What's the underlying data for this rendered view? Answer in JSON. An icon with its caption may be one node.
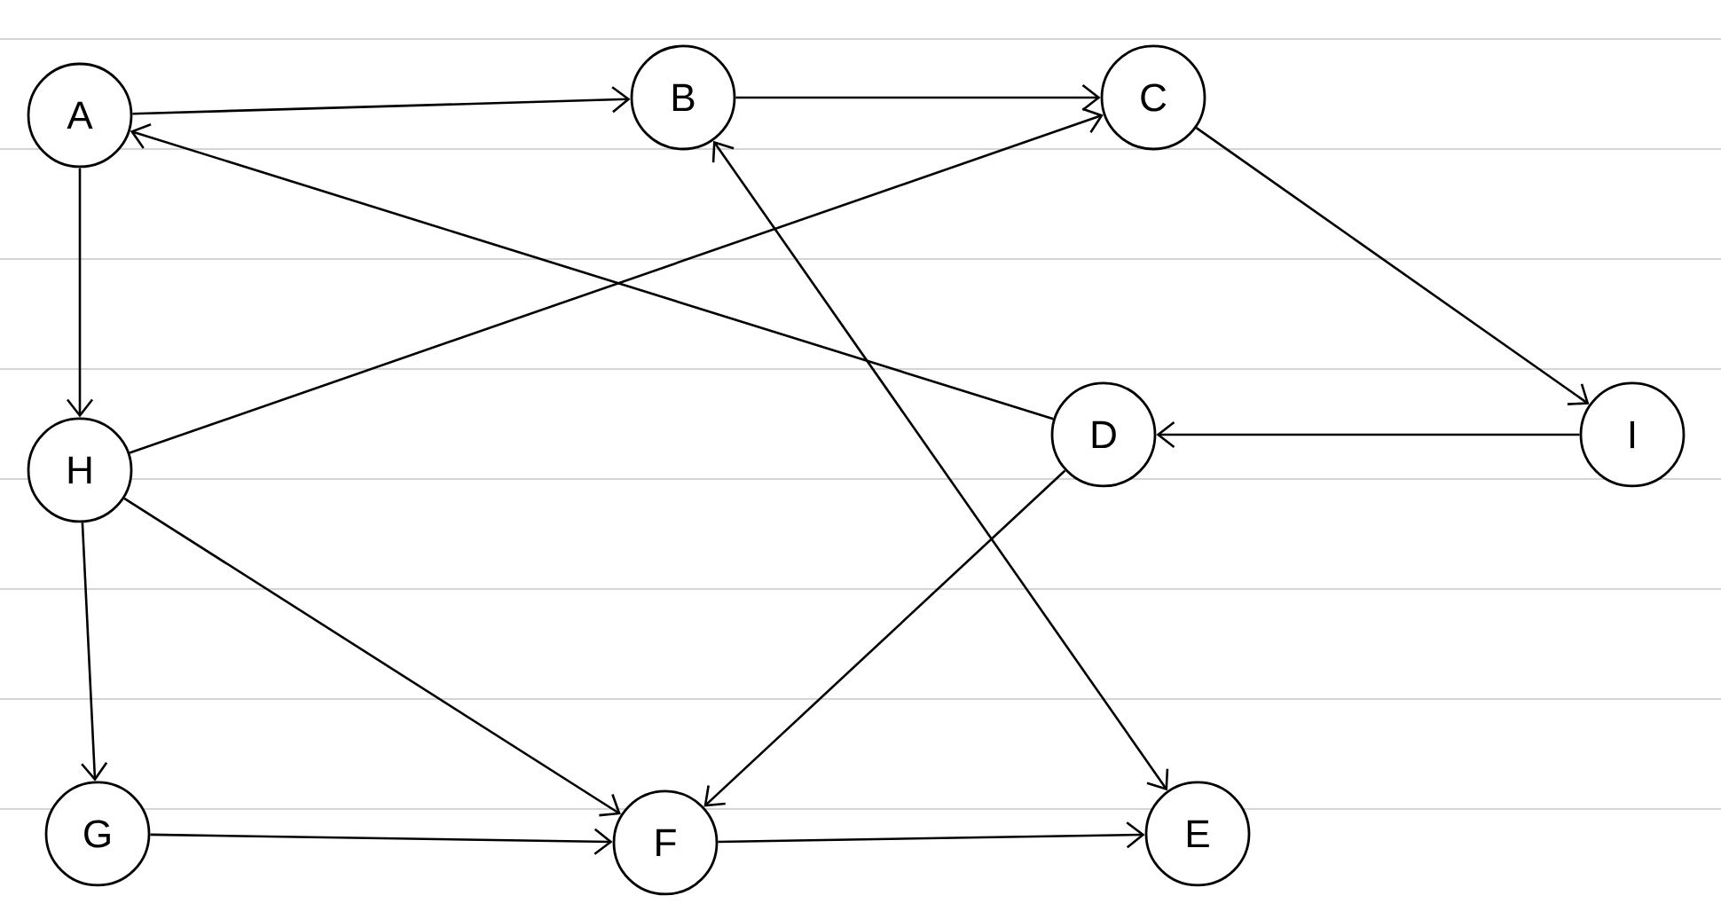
{
  "diagram": {
    "nodes": [
      {
        "text": [
          "A"
        ]
      },
      {
        "text": [
          "B"
        ]
      },
      {
        "text": [
          "C"
        ]
      },
      {
        "text": [
          "H"
        ]
      },
      {
        "text": [
          "D"
        ]
      },
      {
        "text": [
          "I"
        ]
      },
      {
        "text": [
          "G"
        ]
      },
      {
        "text": [
          "F"
        ]
      },
      {
        "text": [
          "E"
        ]
      }
    ],
    "edges": [
      {
        "from": 0,
        "to": 1,
        "arrow": "to"
      },
      {
        "from": 1,
        "to": 2,
        "arrow": "to"
      },
      {
        "from": 2,
        "to": 5,
        "arrow": "to"
      },
      {
        "from": 5,
        "to": 4,
        "arrow": "to"
      },
      {
        "from": 4,
        "to": 0,
        "arrow": "to"
      },
      {
        "from": 0,
        "to": 3,
        "arrow": "to"
      },
      {
        "from": 3,
        "to": 2,
        "arrow": "to"
      },
      {
        "from": 3,
        "to": 6,
        "arrow": "to"
      },
      {
        "from": 3,
        "to": 7,
        "arrow": "to"
      },
      {
        "from": 6,
        "to": 7,
        "arrow": "to"
      },
      {
        "from": 7,
        "to": 8,
        "arrow": "to"
      },
      {
        "from": 4,
        "to": 7,
        "arrow": "to"
      },
      {
        "from": 1,
        "to": 8,
        "arrow": "both"
      }
    ]
  }
}
